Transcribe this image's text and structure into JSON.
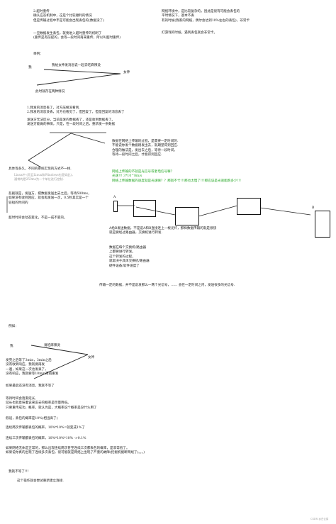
{
  "left_top": [
    "2.超时重传",
    "确认应答机制中，这是个比较顺利的情况",
    "但是传输过程中丰是可能会出现丢包的(数据没了)"
  ],
  "left_mid": [
    "一旦数据发生丢包，就要进入超时重传的机制了",
    "(重传是有前提的，会等一段时间再来重传，所以叫超时重传)"
  ],
  "right_top": [
    "网络环境中，是比较复杂的，因此是很有可能会丢包的",
    "平时情况下，基本不丢",
    "有的时候(我家的网络，偶尔会达到10%左右的丢包)，非常卡"
  ],
  "right_game": "打游戏的时候，遇到丢包就会非常卡。",
  "example1": {
    "title": "举例：",
    "me": "我",
    "message": "我给女神发消息说一起去吃麻辣烫",
    "goddess": "女神",
    "caption": "此时就存在两种情况"
  },
  "cases": [
    "1.我发的消息丢了，对方压根没看到.",
    "2.我发的消息没丢，对方也看见了，但回复了，但是回复的消息丢了"
  ],
  "sender_confuse": [
    "发送方无法区分，当前是发的数据丢了，还是收到数据丢了。",
    "发送方能做的事情，只是，在一段时间之后，重新发一条数据"
  ],
  "right_transmit": [
    "数据在网络上传输的过程，是需要一定时间的.",
    "不能说你发个数据刚发出去，就期望得到回应.",
    "合理的做法是，发出去之后，等待一段时间，",
    "等待一段时间之后，才能得到回应."
  ],
  "wait_time": [
    "具体等多久，不同的系统实现的方式不一样.",
    "Linux中 (而且Linux和Windows也是如此)，",
    "通常的是250ms为一个单位进行控制."
  ],
  "green_note": [
    "网络上传输的不就是光信号或者电信号嘛？",
    "光速!!! 3*10^8m/s",
    "网络上传输数据的速度就是光速嘛？？那就不卡!!!那也太慢了!!!那应该是光速能跑多少!!!"
  ],
  "retry_text": [
    "悲剧就是，发送方，把数据发送出去之后，等待500ms，",
    "如果没有收到回应，就会再发送一次，0.5秒其实是一个",
    "较短的时间的"
  ],
  "timeout_note": "超时时间会动态变化，不是一成不变的。",
  "diagram": {
    "label_a": "A",
    "label_b": "B"
  },
  "route_text": [
    "A给B发送数据，不是说A和B直接连上一根光纤，那样数据传输的就是很快",
    "就是要经过路由器，交换机进行转发."
  ],
  "switch_text": [
    "数据在每个交换机/路由器",
    "上都要进行转发。",
    "这个转发的过程，",
    "就取决于具体交换机/路由器",
    "硬件设备/软件速度了"
  ],
  "transfer_note": "传输一定的数据，并不是说发那么一两个光信号，…… 会在一定时间之内，发送很多的光信号.",
  "example2": {
    "title": "例如：",
    "me": "我",
    "message": "请吃麻辣烫",
    "goddess": "女神"
  },
  "wait_lines": [
    "发完之后等了3min，3min之后",
    "没有收到响应，我就要再发",
    "一遍，如果这一次也发丢了，",
    "没有响应，我就要等10min再再重发"
  ],
  "no_wait": "如果最后还没有消息，我就不等了",
  "dynamic_time": [
    "等待时间会逐渐延长,",
    "延长也就意味着说来说去的概率是尽量降低。",
    "只要重传成功，概率，就认为是，大概率说个概率是没什么用了"
  ],
  "assume": "假设，丢包的概率是10%(相当高了)",
  "calc1": "连续两次传输都丢包的概率，10%*10%=就变成1%了",
  "calc2": "连续三次传输都丢包的概率，10%*10%*10% ->0.1%",
  "final_lines": [
    "如果网络无体是正常的，那么出现连续两次甚至连续三次都丢包的概率，是非常低了。",
    "如果说你真的出现了连续多次丢包，很可能就是网络上出现了严重的故障(挖掘机掘断网线了)。。。)"
  ],
  "give_up": "我就不等了!!!",
  "reconnect": "这个操作就会尝试重新建立连接.",
  "watermark": "CSDN @白云菜"
}
